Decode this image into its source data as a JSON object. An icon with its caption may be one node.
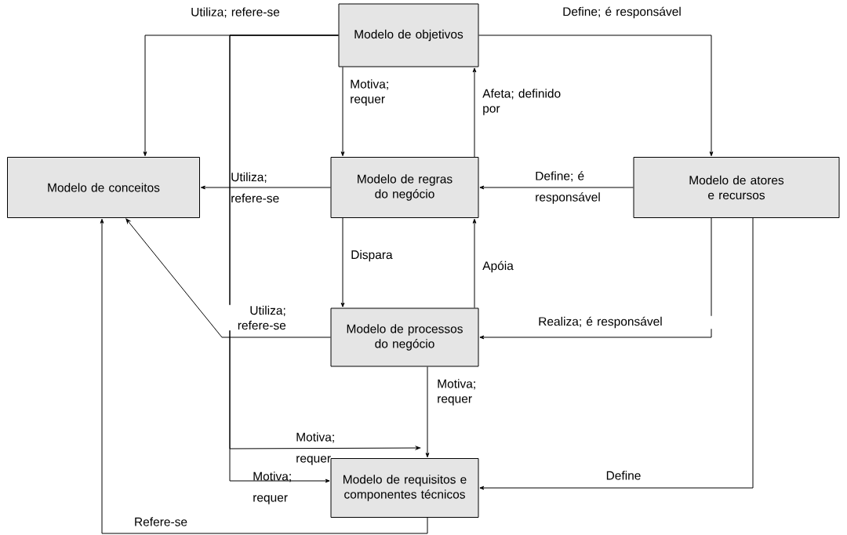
{
  "diagram": {
    "nodes": [
      {
        "text": [
          "Modelo de objetivos"
        ]
      },
      {
        "text": [
          "Modelo de conceitos"
        ]
      },
      {
        "text": [
          "Modelo de regras do negócio"
        ]
      },
      {
        "text": [
          "Modelo de atores e recursos"
        ]
      },
      {
        "text": [
          "Modelo de processos do negócio"
        ]
      },
      {
        "text": [
          "Modelo de requisitos e componentes técnicos"
        ]
      }
    ],
    "edges": [
      {
        "from": 0,
        "to": 1,
        "arrow": "to",
        "label": "Utiliza; refere-se"
      },
      {
        "from": 0,
        "to": 3,
        "arrow": "to",
        "label": "Define; é responsável"
      },
      {
        "from": 0,
        "to": 2,
        "arrow": "to",
        "label": "Motiva; requer"
      },
      {
        "from": 2,
        "to": 0,
        "arrow": "to",
        "label": "Afeta; definido por"
      },
      {
        "from": 2,
        "to": 1,
        "arrow": "to",
        "label": "Utiliza; refere-se"
      },
      {
        "from": 3,
        "to": 2,
        "arrow": "to",
        "label": "Define; é responsável"
      },
      {
        "from": 2,
        "to": 4,
        "arrow": "to",
        "label": "Dispara"
      },
      {
        "from": 4,
        "to": 2,
        "arrow": "to",
        "label": "Apóia"
      },
      {
        "from": 4,
        "to": 1,
        "arrow": "to",
        "label": "Utiliza; refere-se"
      },
      {
        "from": 3,
        "to": 4,
        "arrow": "to",
        "label": "Realiza; é responsável"
      },
      {
        "from": 4,
        "to": 5,
        "arrow": "to",
        "label": "Motiva; requer"
      },
      {
        "from": 3,
        "to": 5,
        "arrow": "to",
        "label": "Define"
      },
      {
        "from": 5,
        "to": 1,
        "arrow": "to",
        "label": "Refere-se"
      },
      {
        "from": 0,
        "to": 5,
        "arrow": "to",
        "label": "Motiva; requer"
      },
      {
        "from": 0,
        "to": 5,
        "arrow": "to",
        "label": "Motiva; requer"
      }
    ]
  }
}
